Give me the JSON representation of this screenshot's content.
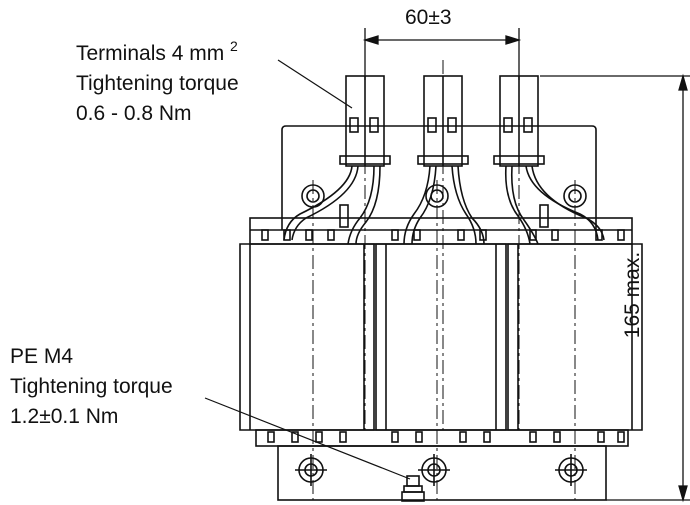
{
  "terminal_note": {
    "line1": "Terminals 4 mm",
    "superscript": "2",
    "line2": "Tightening torque",
    "line3": "0.6 - 0.8 Nm"
  },
  "pe_note": {
    "line1": "PE M4",
    "line2": "Tightening torque",
    "line3": "1.2±0.1 Nm"
  },
  "dimensions": {
    "pitch": "60±3",
    "height": "165 max."
  }
}
